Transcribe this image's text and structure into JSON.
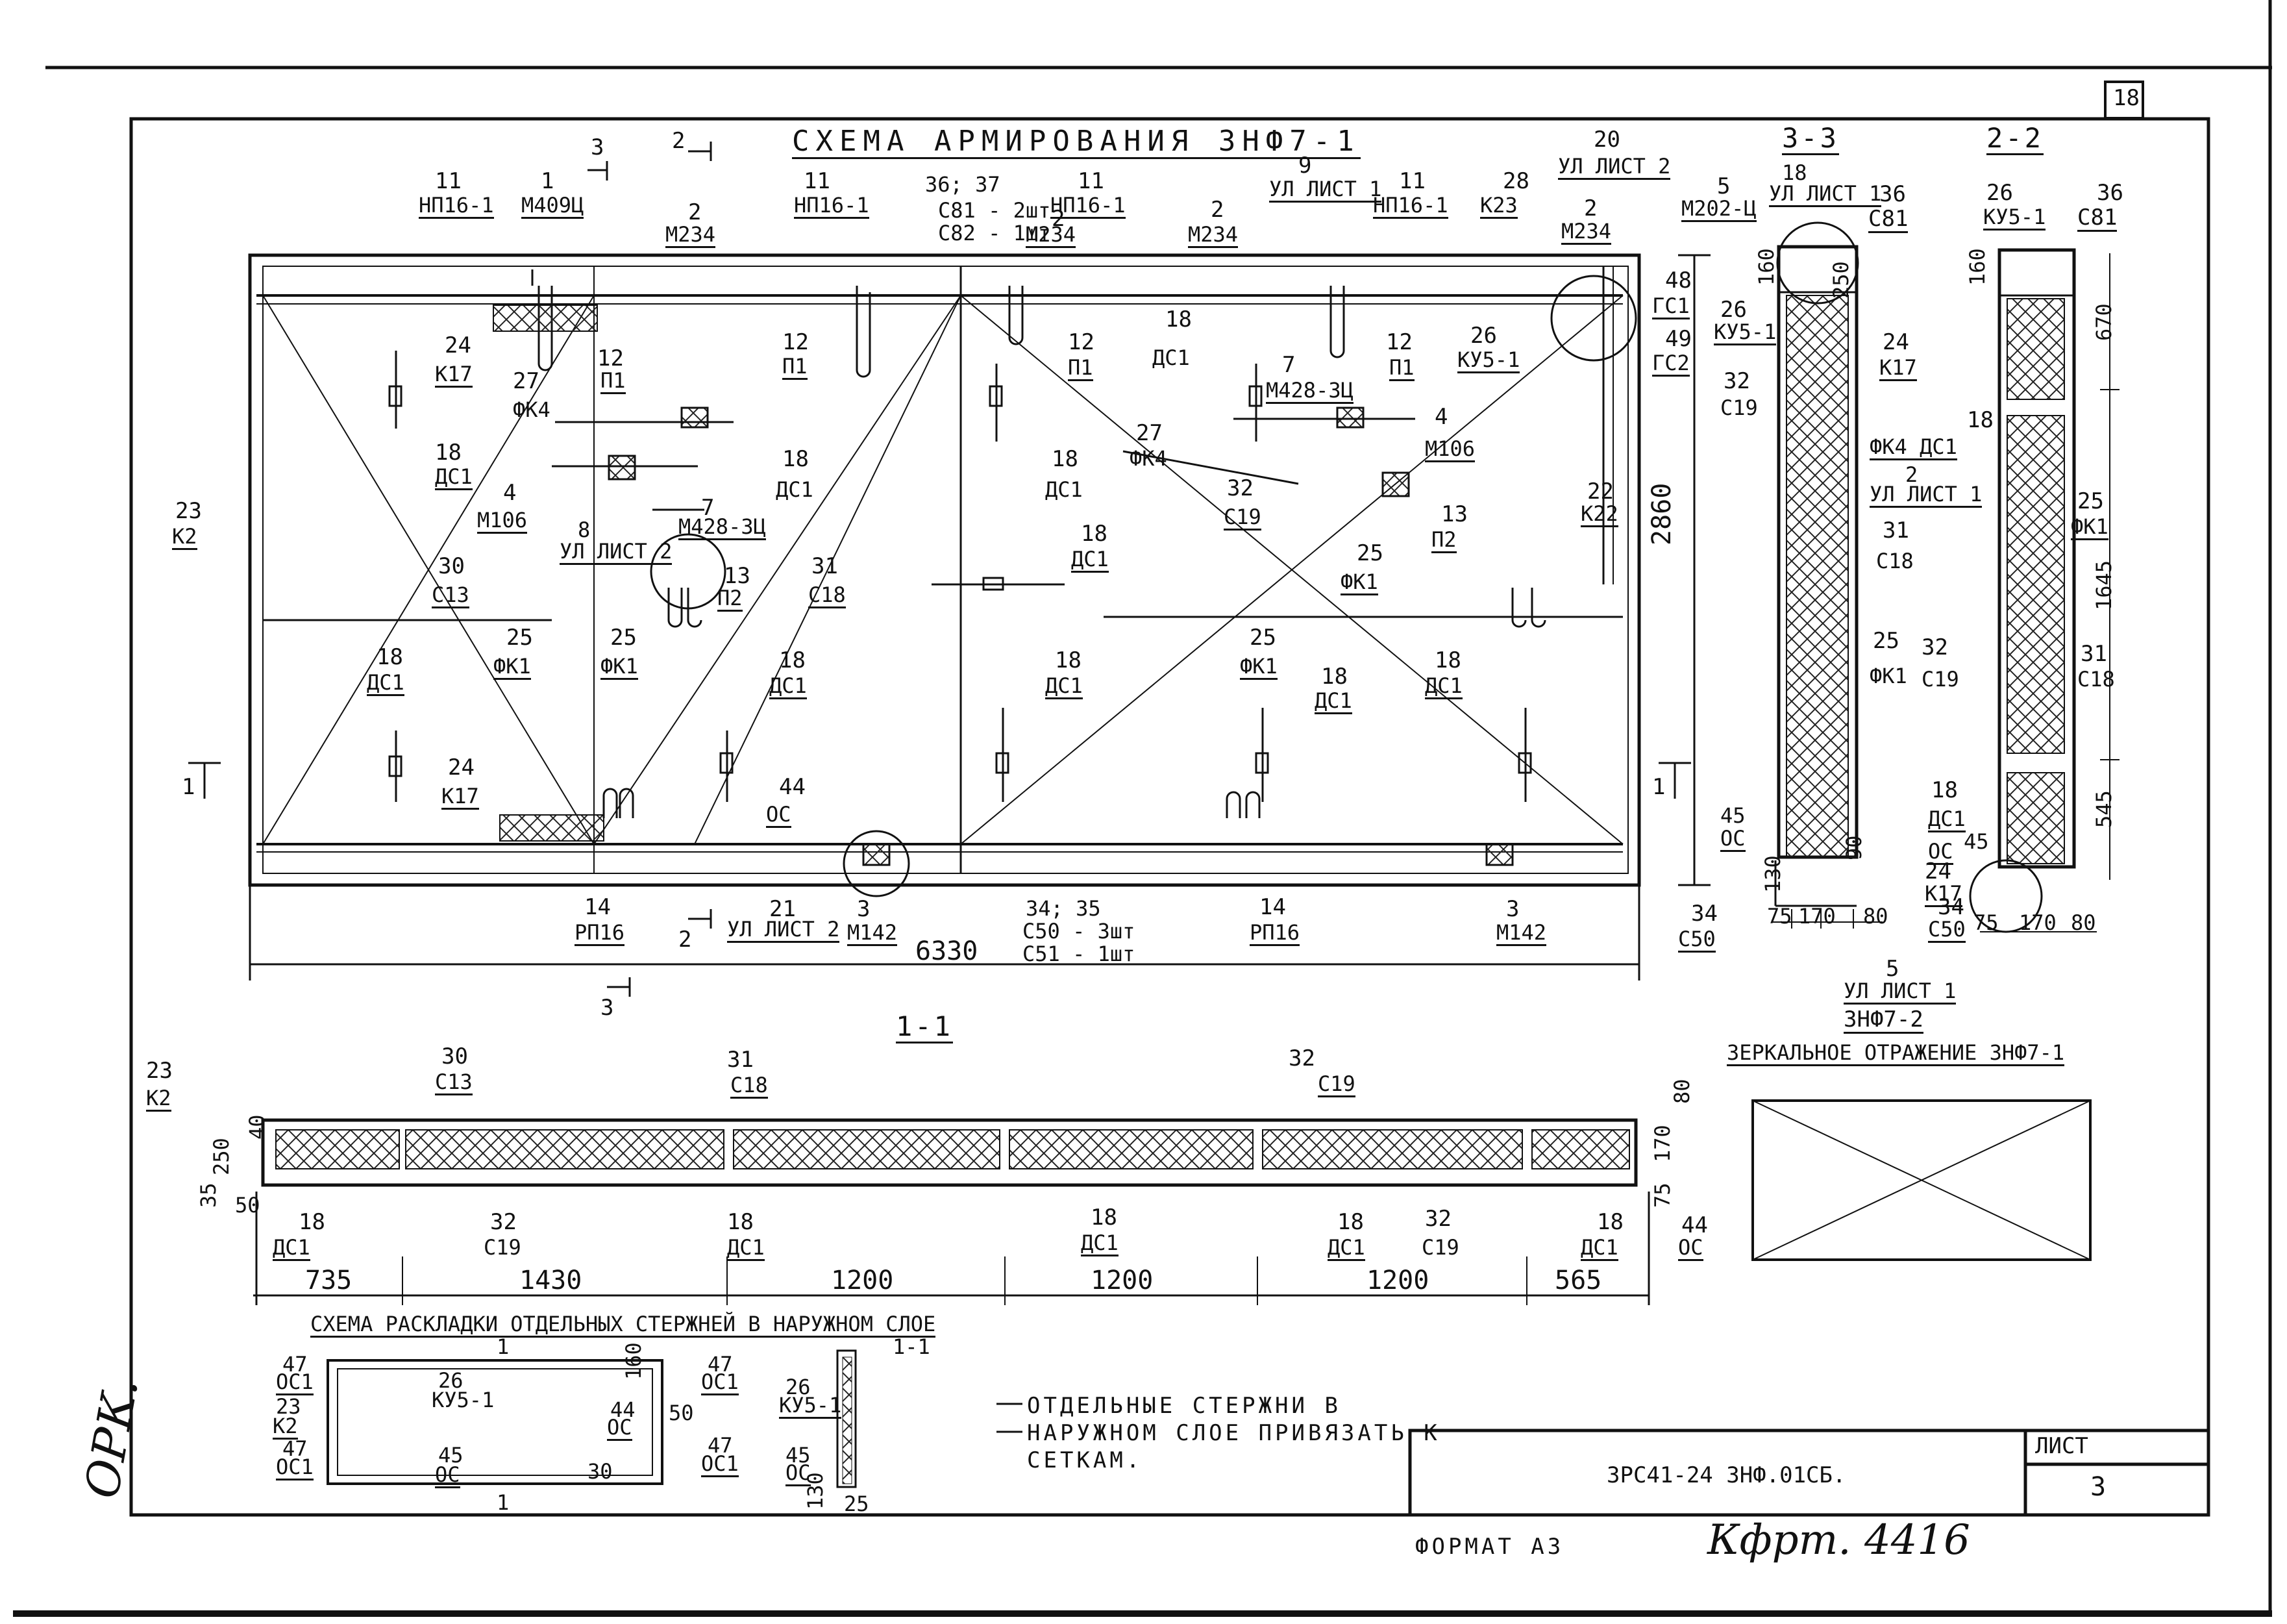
{
  "sheet": {
    "page_corner": "18",
    "main_title": "СХЕМА АРМИРОВАНИЯ 3НФ7-1",
    "overall_length": "6330",
    "overall_height": "2860",
    "section_1_title": "1-1",
    "section_2_title": "2-2",
    "section_3_title": "3-3",
    "mirror_ref": "3НФ7-2",
    "mirror_text": "ЗЕРКАЛЬНОЕ ОТРАЖЕНИЕ 3НФ7-1",
    "layout_title": "СХЕМА РАСКЛАДКИ ОТДЕЛЬНЫХ СТЕРЖНЕЙ В НАРУЖНОМ СЛОЕ",
    "note": [
      "ОТДЕЛЬНЫЕ СТЕРЖНИ В",
      "НАРУЖНОМ СЛОЕ ПРИВЯЗАТЬ К",
      "СЕТКАМ."
    ],
    "doc_code": "3РС41-24 3НФ.01СБ.",
    "sheet_label": "ЛИСТ",
    "sheet_number": "3",
    "format": "ФОРМАТ А3",
    "handwritten": "Кфрт. 4416",
    "margin_mark": "ОРК."
  },
  "plan_labels": {
    "cut_3_top": "3",
    "cut_2_top": "2",
    "cut_1_left": "1",
    "cut_1_right": "1",
    "cut_2_bottom": "2",
    "cut_3_bottom": "3",
    "p1_num": "11",
    "p1_code": "НП16-1",
    "p2_num": "1",
    "p2_code": "М409Ц",
    "p3_num": "2",
    "p3_code": "М234",
    "p4_num": "11",
    "p4_code": "НП16-1",
    "p5_num": "36; 37",
    "p5_code1": "С81 - 2шт",
    "p5_code2": "С82 - 1шт",
    "p6_num": "11",
    "p6_code": "НП16-1",
    "p7_num": "2",
    "p7_code": "М234",
    "p8_num": "2",
    "p8_code": "М234",
    "p9_num": "9",
    "p9_code": "УЛ ЛИСТ 1",
    "p10_num": "11",
    "p10_code": "НП16-1",
    "p11_num": "28",
    "p11_code": "К23",
    "p12_num": "20",
    "p12_code": "УЛ ЛИСТ 2",
    "p13_num": "2",
    "p13_code": "М234",
    "p14_num": "5",
    "p14_code": "М202-Ц",
    "p15_num": "48",
    "p15_code": "ГС1",
    "p16_num": "49",
    "p16_code": "ГС2",
    "p17_num": "26",
    "p17_code": "КУ5-1",
    "p18_num": "24",
    "p18_code": "К17",
    "p19_num": "12",
    "p19_code": "П1",
    "p20_num": "27",
    "p20_code": "ФК4",
    "p21_num": "12",
    "p21_code": "П1",
    "p22_num": "12",
    "p22_code": "П1",
    "p23_num": "18",
    "p23_code": "ДС1",
    "p24_num": "12",
    "p24_code": "П1",
    "p25_num": "7",
    "p25_code": "М428-3Ц",
    "p26_num": "12",
    "p26_code": "П1",
    "p27_num": "18",
    "p27_code": "ДС1",
    "p28_num": "4",
    "p28_code": "М106",
    "p29_num": "8",
    "p29_code": "УЛ ЛИСТ 2",
    "p30_num": "7",
    "p30_code": "М428-3Ц",
    "p31_num": "18",
    "p31_code": "ДС1",
    "p32_num": "18",
    "p32_code": "ДС1",
    "p33_num": "27",
    "p33_code": "ФК4",
    "p34_num": "4",
    "p34_code": "М106",
    "p35_num": "32",
    "p35_code": "С19",
    "p36_num": "22",
    "p36_code": "К22",
    "p37_num": "23",
    "p37_code": "К2",
    "p38_num": "30",
    "p38_code": "С13",
    "p39_num": "13",
    "p39_code": "П2",
    "p40_num": "31",
    "p40_code": "С18",
    "p41_num": "18",
    "p41_code": "ДС1",
    "p42_num": "13",
    "p42_code": "П2",
    "p43_num": "25",
    "p43_code": "ФК1",
    "p44_num": "25",
    "p44_code": "ФК1",
    "p45_num": "25",
    "p45_code": "ФК1",
    "p46_num": "25",
    "p46_code": "ФК1",
    "p47_num": "25",
    "p47_code": "ФК1",
    "p48_num": "18",
    "p48_code": "ДС1",
    "p49_num": "18",
    "p49_code": "ДС1",
    "p50_num": "18",
    "p50_code": "ДС1",
    "p51_num": "18",
    "p51_code": "ДС1",
    "p52_num": "18",
    "p52_code": "ДС1",
    "p53_num": "24",
    "p53_code": "К17",
    "p54_num": "44",
    "p54_code": "ОС",
    "p55_num": "14",
    "p55_code": "РП16",
    "p56_num": "21",
    "p56_code": "УЛ ЛИСТ 2",
    "p57_num": "3",
    "p57_code": "М142",
    "p58_num": "34; 35",
    "p58_code1": "С50 - 3шт",
    "p58_code2": "С51 - 1шт",
    "p59_num": "14",
    "p59_code": "РП16",
    "p60_num": "3",
    "p60_code": "М142"
  },
  "sec33_labels": {
    "a_num": "18",
    "a_code": "УЛ ЛИСТ 1",
    "b_num": "36",
    "b_code": "С81",
    "c_num": "26",
    "c_code": "КУ5-1",
    "d_num": "24",
    "d_code": "К17",
    "e_num": "32",
    "e_code": "С19",
    "f_num": "18",
    "f_code": "ФК4 ДС1",
    "g_num": "2",
    "g_code": "УЛ ЛИСТ 1",
    "h_num": "31",
    "h_code": "С18",
    "i_num": "25",
    "i_code": "ФК1",
    "j_num": "45",
    "j_code": "ОС",
    "k_num": "34",
    "k_code": "С50",
    "dim_160": "160",
    "dim_250": "250",
    "dim_130": "130",
    "dim_90": "90",
    "dim_75": "75",
    "dim_170": "170",
    "dim_80": "80"
  },
  "sec22_labels": {
    "a_num": "26",
    "a_code": "КУ5-1",
    "b_num": "36",
    "b_code": "С81",
    "c_num": "25",
    "c_code": "ФК1",
    "d_num": "32",
    "d_code": "С19",
    "e_num": "31",
    "e_code": "С18",
    "f_num": "18",
    "f_code": "ДС1",
    "g_num": "45",
    "g_code": "ОС",
    "h_num": "24",
    "h_code": "К17",
    "i_num": "34",
    "i_code": "С50",
    "j_num": "5",
    "j_code": "УЛ ЛИСТ 1",
    "dim_160": "160",
    "dim_670": "670",
    "dim_1645": "1645",
    "dim_545": "545",
    "dim_75": "75",
    "dim_170": "170",
    "dim_80": "80"
  },
  "sec11_labels": {
    "a_num": "23",
    "a_code": "К2",
    "b_num": "30",
    "b_code": "С13",
    "c_num": "31",
    "c_code": "С18",
    "d_num": "32",
    "d_code": "С19",
    "e_num": "18",
    "e_code": "ДС1",
    "f_num": "32",
    "f_code": "С19",
    "g_num": "18",
    "g_code": "ДС1",
    "h_num": "18",
    "h_code": "ДС1",
    "i_num": "18",
    "i_code": "ДС1",
    "j_num": "32",
    "j_code": "С19",
    "k_num": "18",
    "k_code": "ДС1",
    "l_num": "44",
    "l_code": "ОС",
    "dim_40": "40",
    "dim_250": "250",
    "dim_35": "35",
    "dim_50": "50",
    "dim_80": "80",
    "dim_170": "170",
    "dim_75": "75",
    "seg": [
      "735",
      "1430",
      "1200",
      "1200",
      "1200",
      "565"
    ]
  },
  "layout_labels": {
    "a_num": "47",
    "a_code": "ОС1",
    "b_num": "23",
    "b_code": "К2",
    "c_num": "47",
    "c_code": "ОС1",
    "d_num": "26",
    "d_code": "КУ5-1",
    "e_num": "45",
    "e_code": "ОС",
    "f_num": "47",
    "f_code": "ОС1",
    "g_num": "44",
    "g_code": "ОС",
    "h_num": "47",
    "h_code": "ОС1",
    "i_num": "26",
    "i_code": "КУ5-1",
    "j_num": "45",
    "j_code": "ОС",
    "dim_160": "160",
    "dim_50": "50",
    "dim_30": "30",
    "dim_130": "130",
    "dim_25": "25",
    "cut_1": "1",
    "cut_1b": "1",
    "cut_11": "1-1"
  }
}
